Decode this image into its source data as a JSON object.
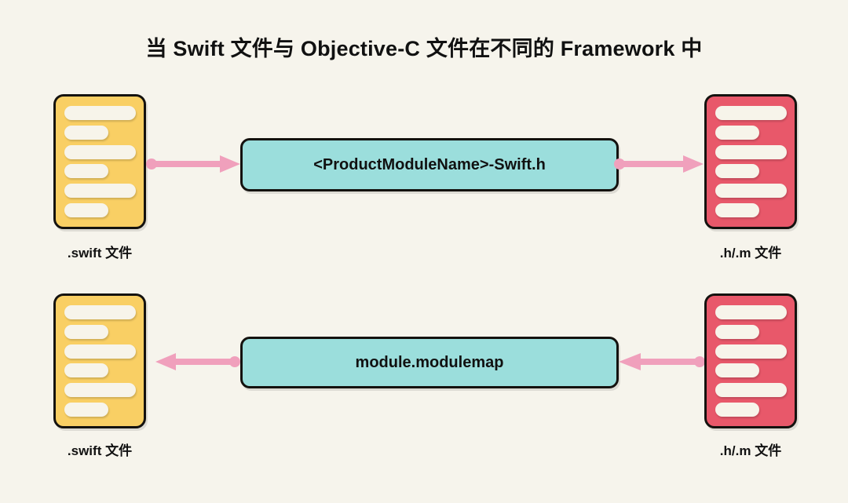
{
  "diagram": {
    "title": "当 Swift 文件与 Objective-C 文件在不同的 Framework 中",
    "background_color": "#f6f4ec",
    "palette": {
      "swift_card": "#f9cf64",
      "objc_card": "#e8586a",
      "process_box": "#9bdedc",
      "arrow": "#f0a0bc",
      "stroke": "#14120f",
      "bar": "#f7f4ea",
      "text": "#111111"
    },
    "rows": [
      {
        "id": "swift-to-objc",
        "source_card": {
          "label": ".swift 文件",
          "type": "swift",
          "bars": 6
        },
        "process": {
          "label": "<ProductModuleName>-Swift.h"
        },
        "target_card": {
          "label": ".h/.m 文件",
          "type": "objc",
          "bars": 6
        },
        "arrow_in": {
          "direction": "right"
        },
        "arrow_out": {
          "direction": "right"
        }
      },
      {
        "id": "objc-to-swift",
        "source_card": {
          "label": ".swift 文件",
          "type": "swift",
          "bars": 6
        },
        "process": {
          "label": "module.modulemap"
        },
        "target_card": {
          "label": ".h/.m 文件",
          "type": "objc",
          "bars": 6
        },
        "arrow_in": {
          "direction": "left"
        },
        "arrow_out": {
          "direction": "left"
        }
      }
    ]
  }
}
